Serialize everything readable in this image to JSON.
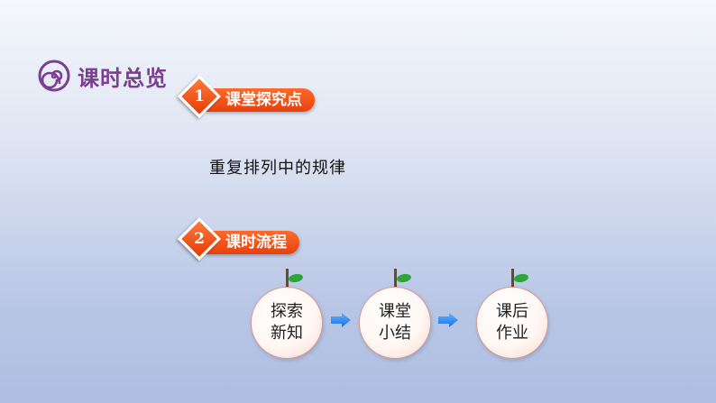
{
  "header": {
    "title": "课时总览"
  },
  "section1": {
    "number": "1",
    "label": "课堂探究点",
    "topic": "重复排列中的规律"
  },
  "section2": {
    "number": "2",
    "label": "课时流程"
  },
  "flow": [
    {
      "line1": "探索",
      "line2": "新知"
    },
    {
      "line1": "课堂",
      "line2": "小结"
    },
    {
      "line1": "课后",
      "line2": "作业"
    }
  ],
  "colors": {
    "header": "#7a3f90",
    "tag": "#e8400c",
    "arrow": "#1e6fe0"
  },
  "icons": {
    "header": "spiral-icon",
    "flow_arrow": "right-arrow-icon"
  }
}
